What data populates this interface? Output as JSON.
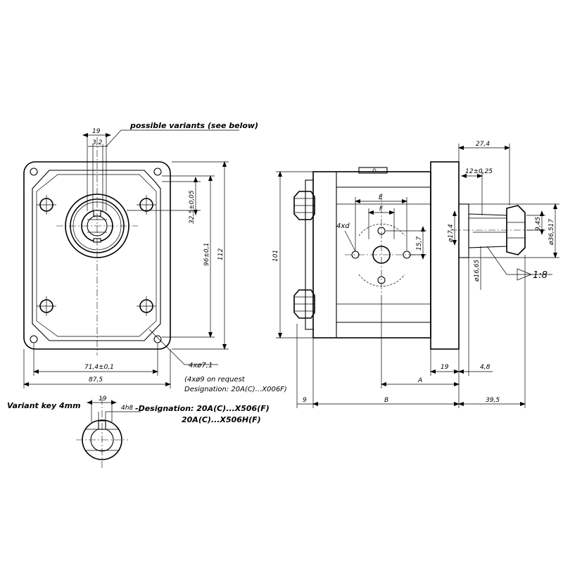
{
  "labels": {
    "possible_variants": "possible variants (see below)",
    "variant_key": "Variant key 4mm",
    "designation_line1": "-Designation: 20A(C)...X506(F)",
    "designation_line2": "20A(C)...X506H(F)",
    "request_note": "(4xø9 on request",
    "request_designation": "Designation: 20A(C)...X006F)",
    "taper": "1:8"
  },
  "front_view": {
    "dim_19": "19",
    "dim_3_2": "3,2",
    "dim_32_5": "32,5±0,05",
    "dim_96": "96±0,1",
    "dim_112": "112",
    "dim_71_4": "71,4±0,1",
    "dim_87_5": "87,5",
    "holes": "4xø7,1"
  },
  "side_view": {
    "dim_27_4": "27,4",
    "dim_12": "12±0,25",
    "dim_101": "101",
    "dim_E": "E",
    "dim_F": "F",
    "dim_4xd": "4xd",
    "dim_15_7": "15,7",
    "dim_17_4": "ø17,4",
    "dim_16_65": "ø16,65",
    "dim_9_45": "9,45",
    "dim_36_517": "ø36,517",
    "dim_19": "19",
    "dim_4_8": "4,8",
    "dim_A": "A",
    "dim_9": "9",
    "dim_B": "B",
    "dim_39_5": "39,5"
  },
  "variant_view": {
    "dim_19": "19",
    "dim_4h8": "4h8"
  }
}
